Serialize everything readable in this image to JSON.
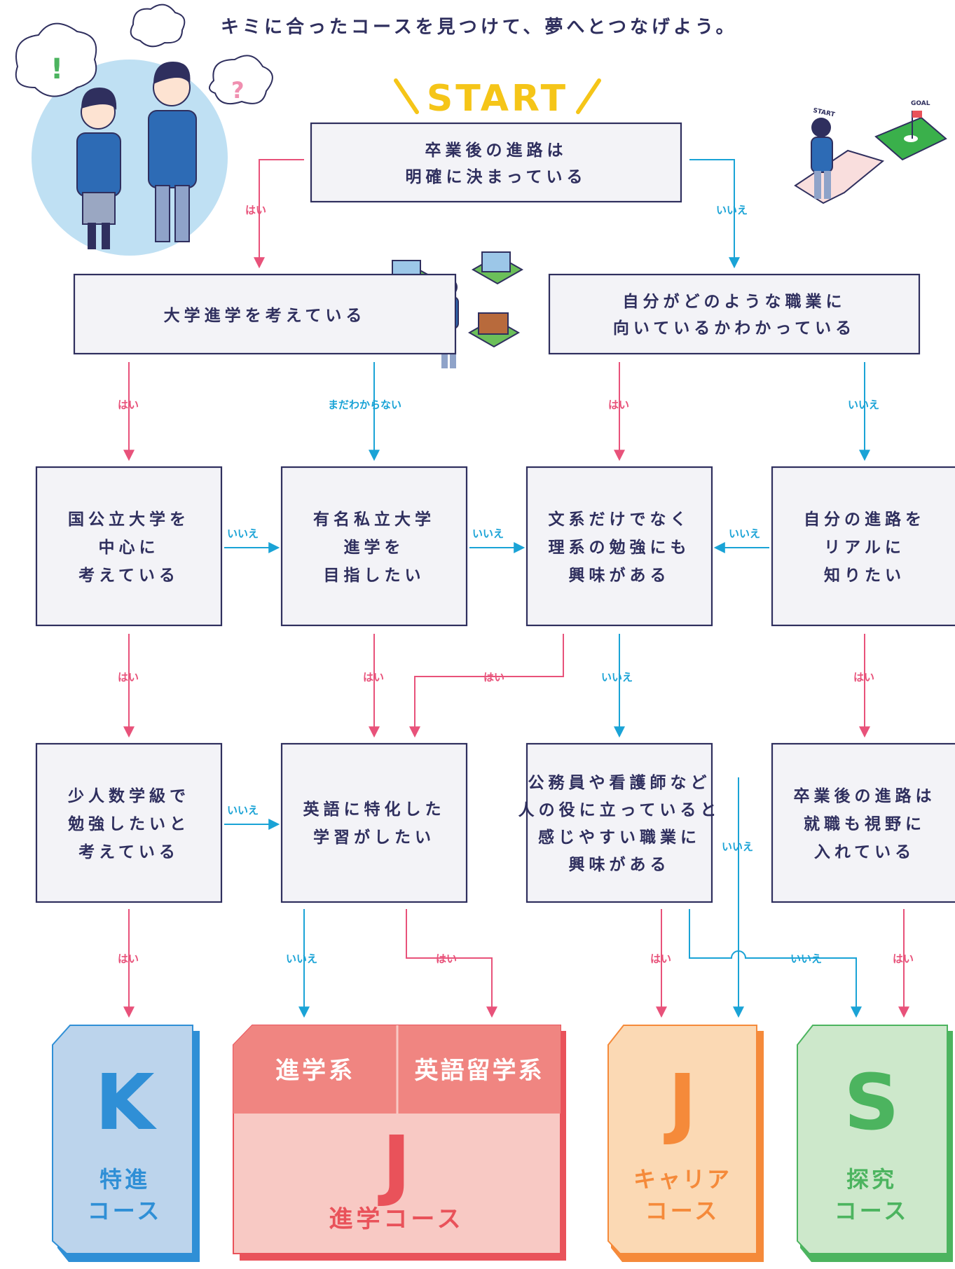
{
  "header": {
    "tagline": "キミに合ったコースを見つけて、夢へとつなげよう。",
    "start": "START"
  },
  "illustration_text": {
    "start_sign": "START",
    "goal_sign": "GOAL"
  },
  "questions": {
    "q_after_grad": [
      "卒業後の進路は",
      "明確に決まっている"
    ],
    "q_university": [
      "大学進学を考えている"
    ],
    "q_aptitude": [
      "自分がどのような職業に",
      "向いているかわかっている"
    ],
    "q_national": [
      "国公立大学を",
      "中心に",
      "考えている"
    ],
    "q_private": [
      "有名私立大学",
      "進学を",
      "目指したい"
    ],
    "q_science": [
      "文系だけでなく",
      "理系の勉強にも",
      "興味がある"
    ],
    "q_real": [
      "自分の進路を",
      "リアルに",
      "知りたい"
    ],
    "q_small": [
      "少人数学級で",
      "勉強したいと",
      "考えている"
    ],
    "q_english": [
      "英語に特化した",
      "学習がしたい"
    ],
    "q_public": [
      "公務員や看護師など",
      "人の役に立っていると",
      "感じやすい職業に",
      "興味がある"
    ],
    "q_job": [
      "卒業後の進路は",
      "就職も視野に",
      "入れている"
    ]
  },
  "labels": {
    "yes": "はい",
    "no": "いいえ",
    "unsure": "まだわからない"
  },
  "courses": {
    "k": {
      "letter": "K",
      "name1": "特進",
      "name2": "コース"
    },
    "j_shingaku": {
      "tab1": "進学系",
      "tab2": "英語留学系",
      "letter": "J",
      "name": "進学コース"
    },
    "j_career": {
      "letter": "J",
      "name1": "キャリア",
      "name2": "コース"
    },
    "s": {
      "letter": "S",
      "name1": "探究",
      "name2": "コース"
    }
  },
  "colors": {
    "yes": "#e8527a",
    "no": "#1aa3d6",
    "start": "#f5c518",
    "box_border": "#2f2f5e",
    "k_fill": "#bcd4ec",
    "k_dark": "#2f8fd6",
    "j_fill": "#f8c9c4",
    "j_tab": "#f08581",
    "j_dark": "#e9525a",
    "career_fill": "#fbd9b4",
    "career_dark": "#f58a3a",
    "s_fill": "#cde8cb",
    "s_dark": "#4cb45f"
  }
}
